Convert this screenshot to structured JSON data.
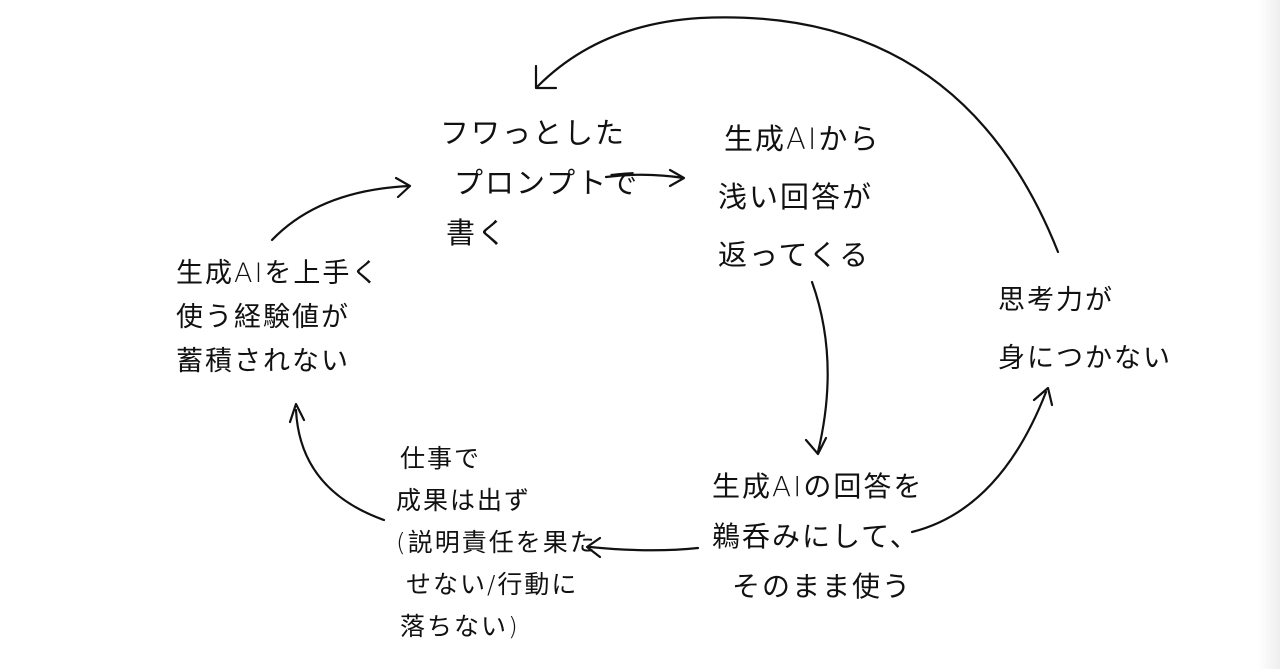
{
  "diagram": {
    "nodes": {
      "prompt": {
        "lines": [
          "フワっとした",
          "プロンプトで",
          "書く"
        ]
      },
      "shallow_answer": {
        "lines": [
          "生成AIから",
          "浅い回答が",
          "返ってくる"
        ]
      },
      "no_thinking": {
        "lines": [
          "思考力が",
          "身につかない"
        ]
      },
      "swallow_use": {
        "lines": [
          "生成AIの回答を",
          "鵜呑みにして、",
          "そのまま使う"
        ]
      },
      "work_results": {
        "lines": [
          "仕事で",
          "成果は出ず",
          "(説明責任を果た",
          "せない/行動に",
          "落ちない)"
        ]
      },
      "no_experience": {
        "lines": [
          "生成AIを上手く",
          "使う経験値が",
          "蓄積されない"
        ]
      }
    },
    "ink_color": "#111111",
    "background": "#ffffff"
  }
}
